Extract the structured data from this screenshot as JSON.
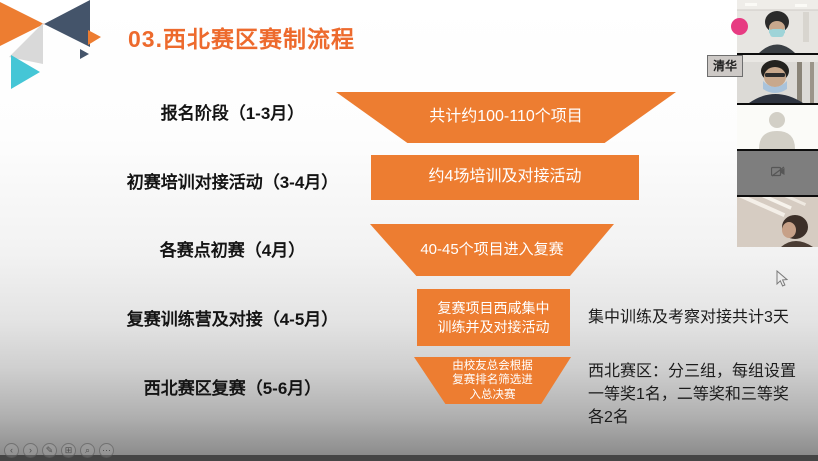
{
  "slide": {
    "title": "03.西北赛区赛制流程",
    "rows": [
      {
        "label": "报名阶段（1-3月）",
        "funnel": "共计约100-110个项目"
      },
      {
        "label": "初赛培训对接活动（3-4月）",
        "funnel": "约4场培训及对接活动"
      },
      {
        "label": "各赛点初赛（4月）",
        "funnel": "40-45个项目进入复赛"
      },
      {
        "label": "复赛训练营及对接（4-5月）",
        "funnel": "复赛项目西咸集中训练并及对接活动",
        "note": "集中训练及考察对接共计3天"
      },
      {
        "label": "西北赛区复赛（5-6月）",
        "funnel": "由校友总会根据复赛排名筛选进入总决赛",
        "note": "西北赛区：分三组，每组设置一等奖1名，二等奖和三等奖各2名"
      }
    ],
    "colors": {
      "accent_orange": "#ED7D31",
      "title_orange": "#ED6A2D",
      "logo_slate": "#44546A",
      "logo_cyan": "#45C6D6",
      "logo_gray": "#D9D9D9"
    }
  },
  "meeting": {
    "name_tooltip": "清华",
    "participants": [
      {
        "kind": "video",
        "icon": "person-masked"
      },
      {
        "kind": "video",
        "icon": "person-glasses-masked"
      },
      {
        "kind": "placeholder",
        "icon": "avatar-silhouette"
      },
      {
        "kind": "camera-off",
        "icon": "camera-off"
      },
      {
        "kind": "video",
        "icon": "person-side-view"
      }
    ]
  },
  "presenter_controls": {
    "items": [
      {
        "name": "previous-slide",
        "glyph": "‹"
      },
      {
        "name": "next-slide",
        "glyph": "›"
      },
      {
        "name": "pen-tool",
        "glyph": "✎"
      },
      {
        "name": "all-slides",
        "glyph": "⊞"
      },
      {
        "name": "zoom-slide",
        "glyph": "⌕"
      },
      {
        "name": "more-options",
        "glyph": "⋯"
      }
    ]
  }
}
